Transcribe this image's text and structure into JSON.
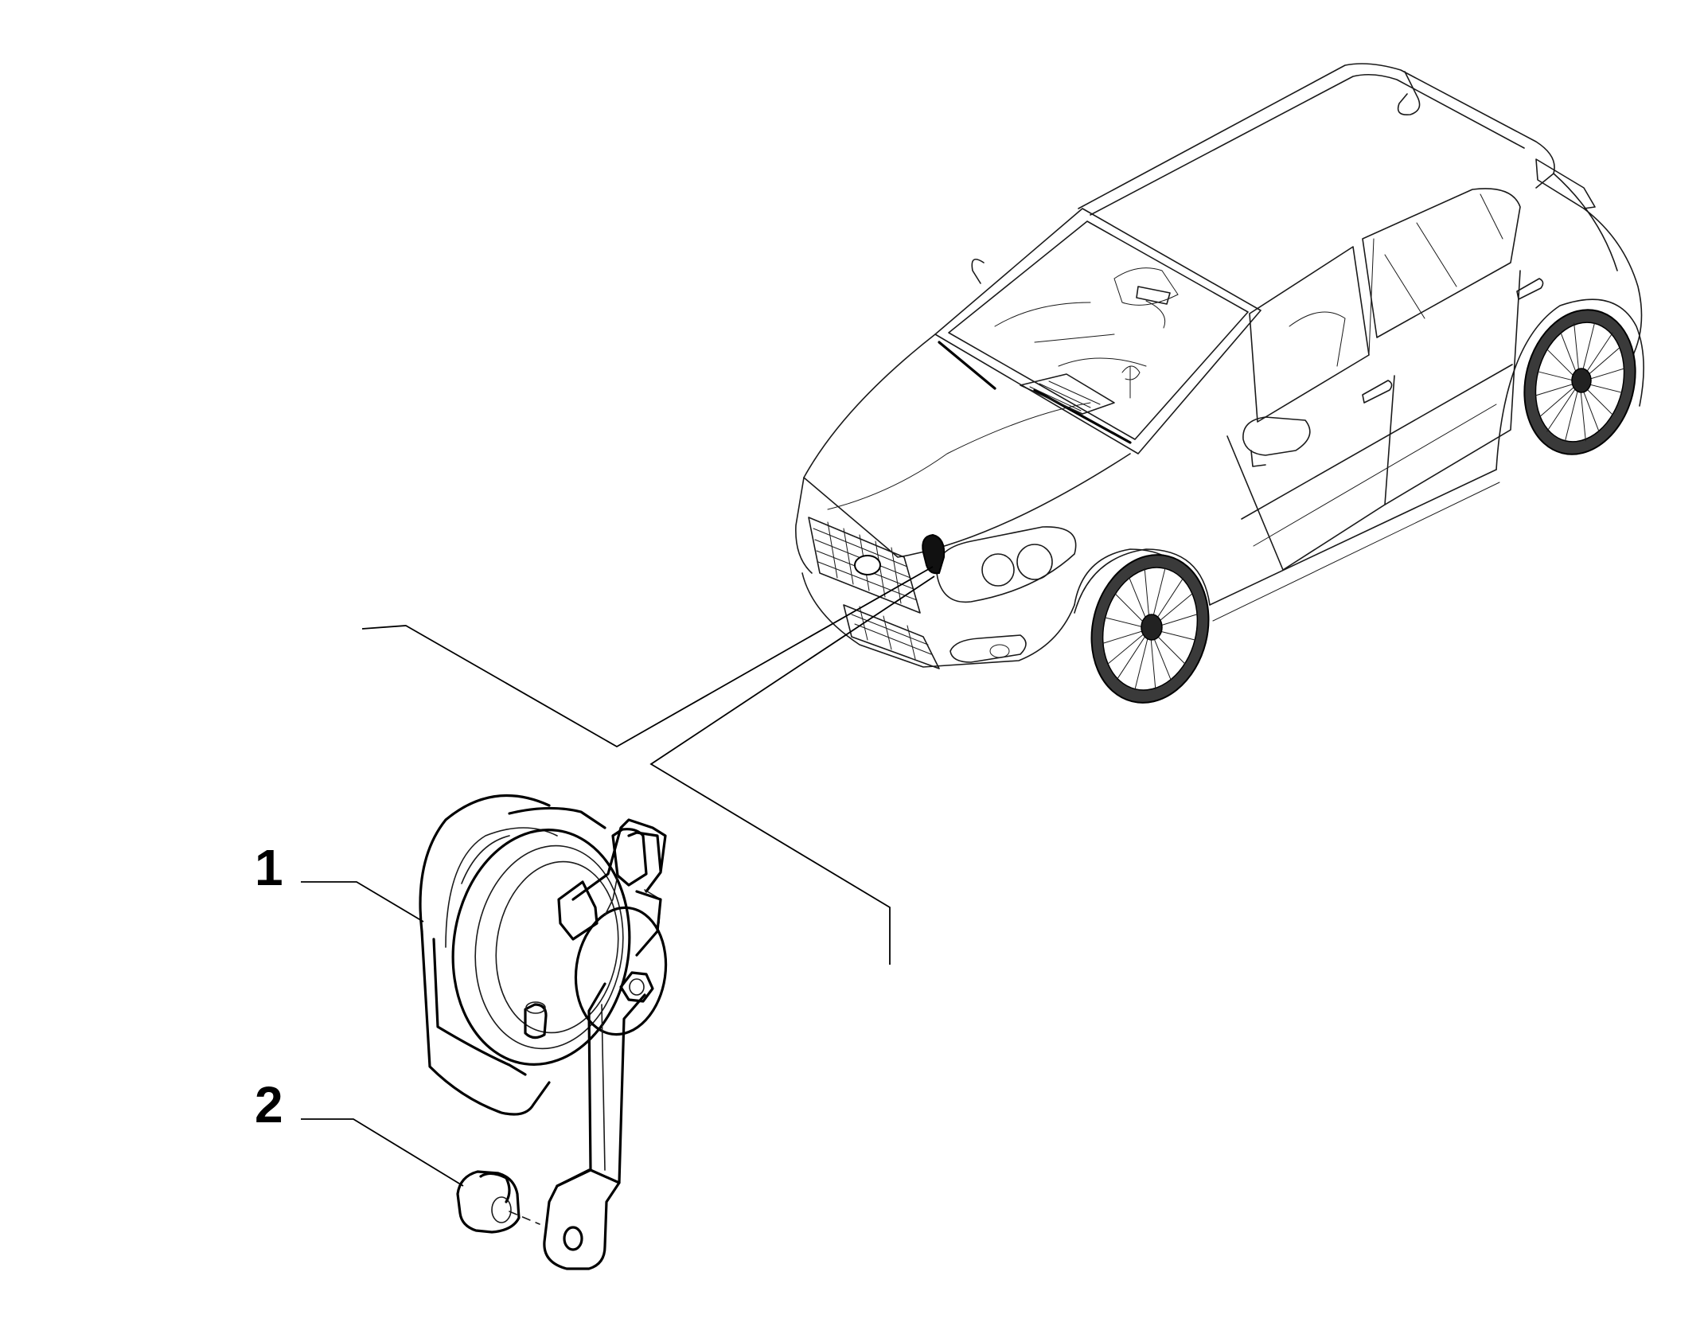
{
  "callouts": [
    {
      "label": "1",
      "part": "horn"
    },
    {
      "label": "2",
      "part": "nut"
    }
  ],
  "colors": {
    "line": "#000000",
    "background": "#ffffff",
    "highlight": "#000000"
  }
}
